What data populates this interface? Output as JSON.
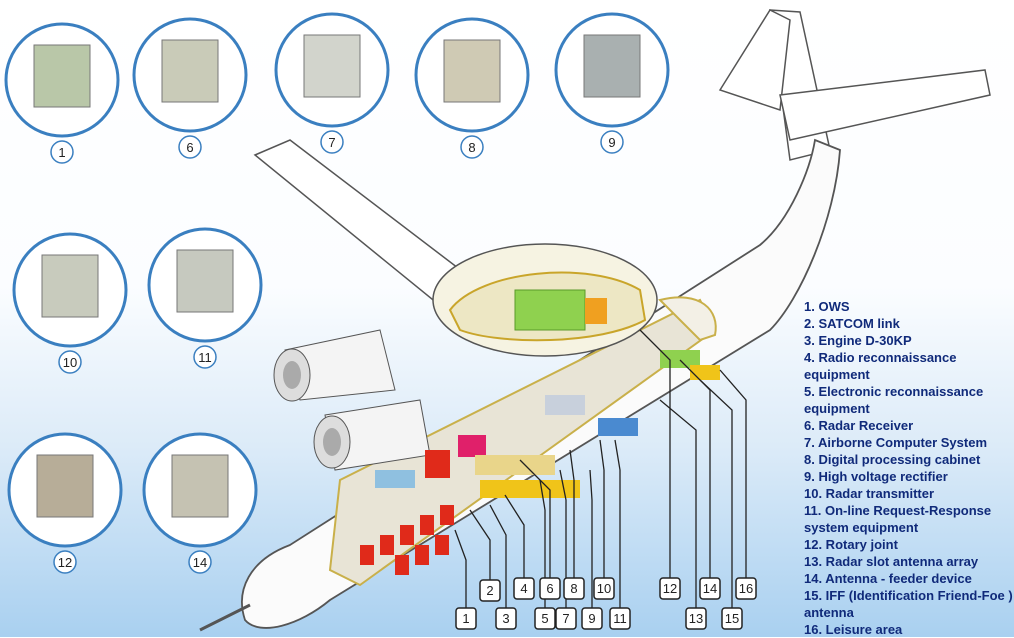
{
  "thumbnails": [
    {
      "number": "1",
      "color": "#b9c7a8"
    },
    {
      "number": "6",
      "color": "#c9cbb8"
    },
    {
      "number": "7",
      "color": "#d2d4cc"
    },
    {
      "number": "8",
      "color": "#cfcab4"
    },
    {
      "number": "9",
      "color": "#a9b0b0"
    },
    {
      "number": "10",
      "color": "#c8cbbd"
    },
    {
      "number": "11",
      "color": "#c6c9bf"
    },
    {
      "number": "12",
      "color": "#b7ad98"
    },
    {
      "number": "14",
      "color": "#c5c2b2"
    }
  ],
  "callouts": [
    "1",
    "2",
    "3",
    "4",
    "5",
    "6",
    "7",
    "8",
    "9",
    "10",
    "11",
    "12",
    "13",
    "14",
    "15",
    "16"
  ],
  "legend": [
    "1. OWS",
    "2. SATCOM link",
    "3. Engine D-30KP",
    "4. Radio reconnaissance equipment",
    "5. Electronic  reconnaissance equipment",
    "6. Radar Receiver",
    "7. Airborne Computer System",
    "8. Digital processing cabinet",
    "9. High voltage rectifier",
    "10. Radar transmitter",
    "11. On-line  Request-Response system equipment",
    "12. Rotary  joint",
    "13. Radar slot antenna array",
    "14. Antenna - feeder device",
    "15. IFF  (Identification Friend-Foe ) antenna",
    "16. Leisure area"
  ],
  "colors": {
    "legend_text": "#102a7a",
    "radome_equipment": "#8fd14f",
    "seats": "#e02a1a",
    "consoles": "#f0c419"
  }
}
